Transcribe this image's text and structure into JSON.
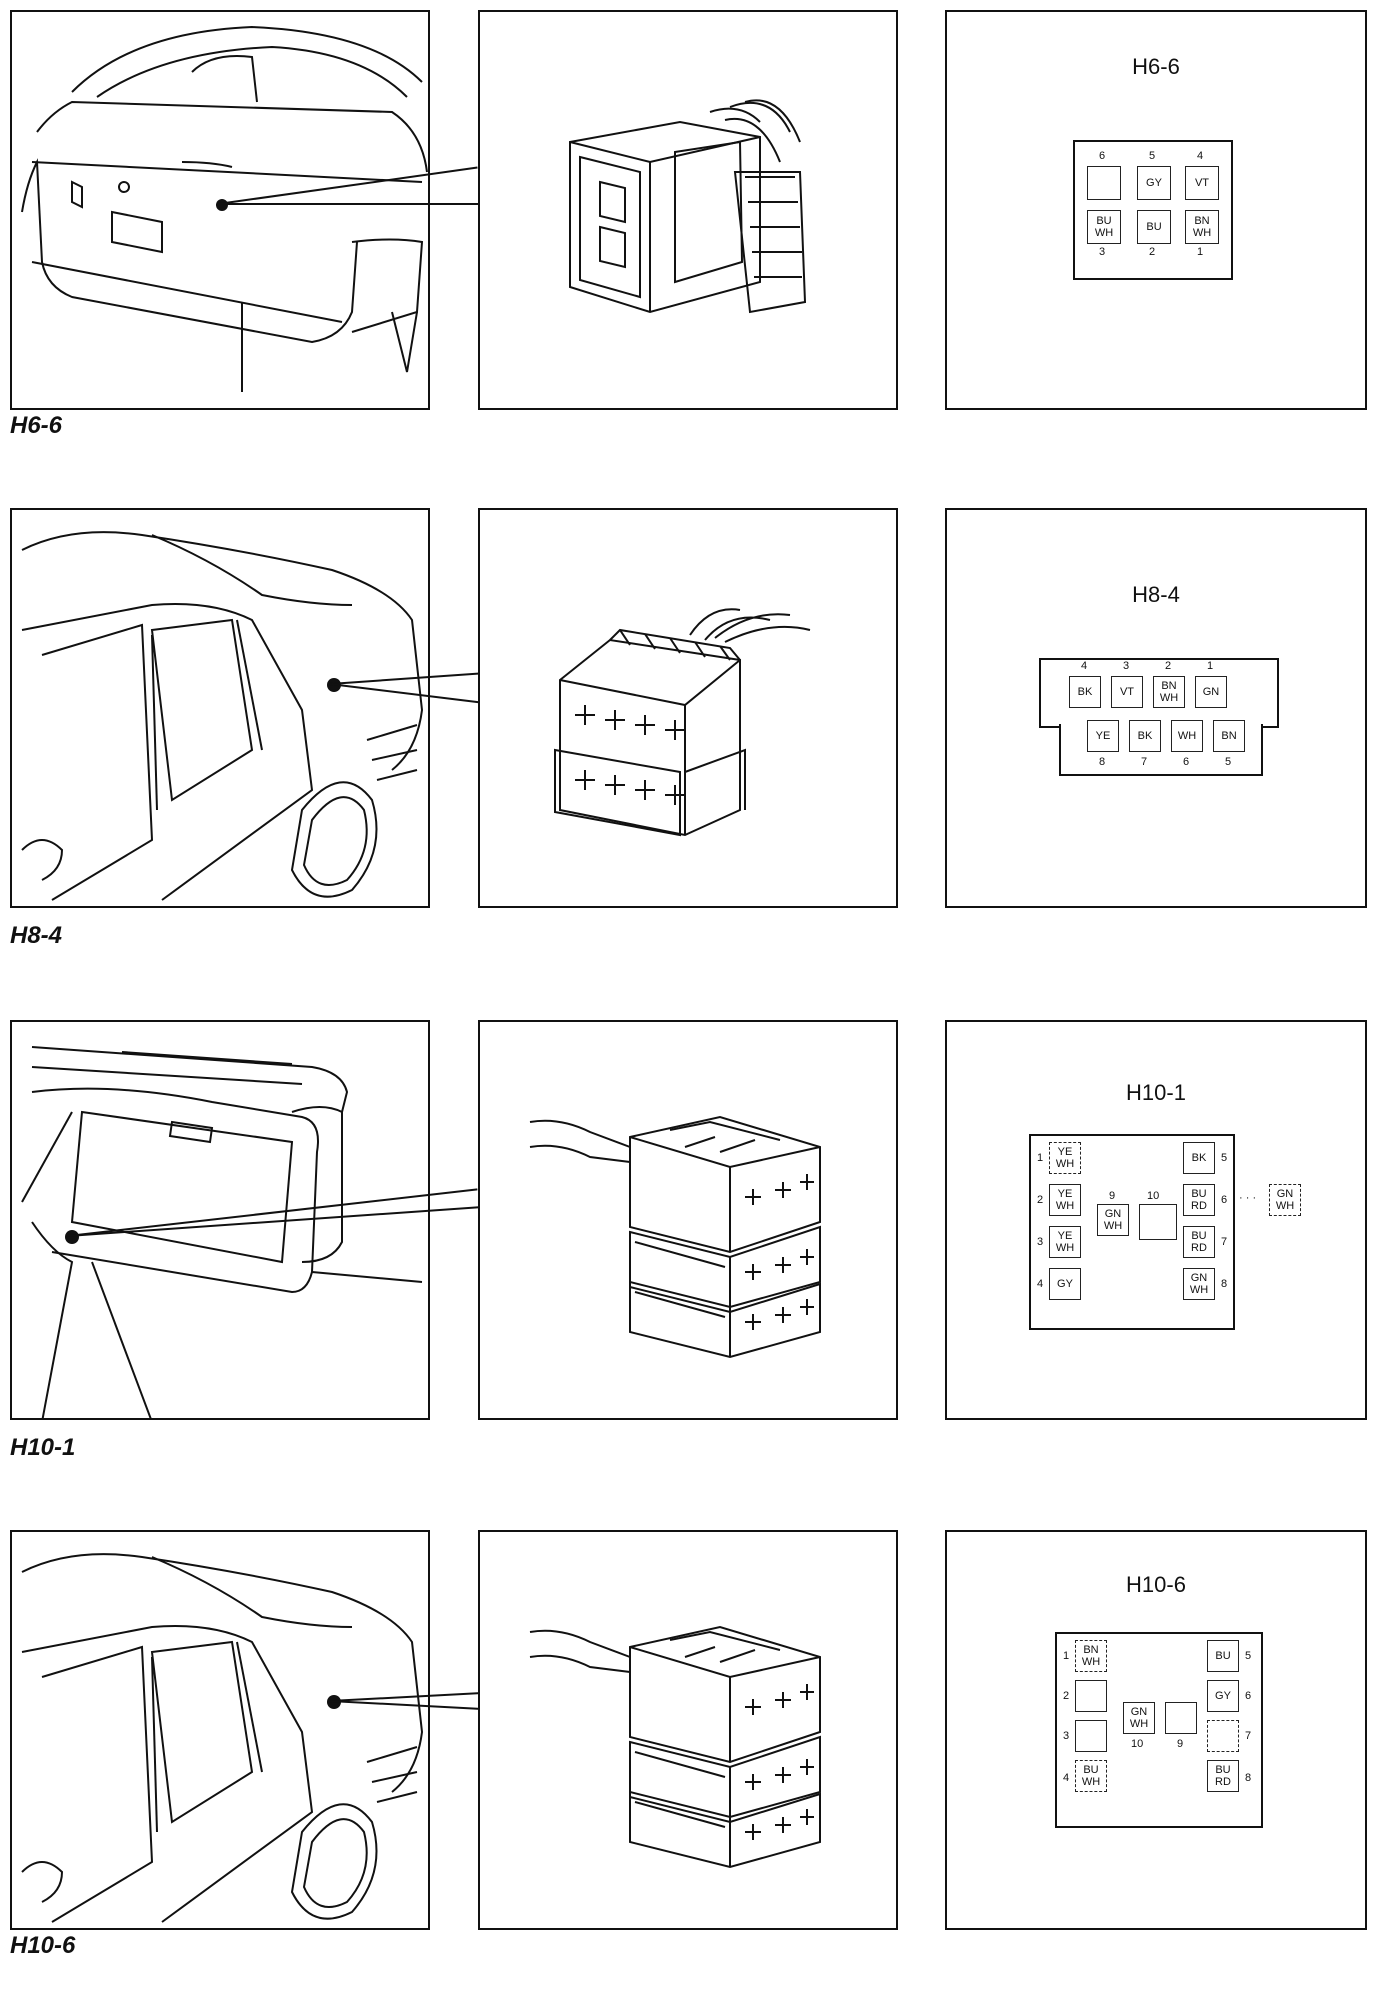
{
  "connectors": [
    {
      "label": "H6-6",
      "title": "H6-6",
      "pins": {
        "6": "",
        "5": "GY",
        "4": "VT",
        "3": "BU\nWH",
        "2": "BU",
        "1": "BN\nWH"
      }
    },
    {
      "label": "H8-4",
      "title": "H8-4",
      "pins": {
        "4": "BK",
        "3": "VT",
        "2": "BN\nWH",
        "1": "GN",
        "8": "YE",
        "7": "BK",
        "6": "WH",
        "5": "BN"
      }
    },
    {
      "label": "H10-1",
      "title": "H10-1",
      "pins": {
        "1": "YE\nWH",
        "2": "YE\nWH",
        "3": "YE\nWH",
        "4": "GY",
        "9": "GN\nWH",
        "10": "",
        "5": "BK",
        "6": "BU\nRD",
        "7": "BU\nRD",
        "8": "GN\nWH",
        "extra": "GN\nWH"
      }
    },
    {
      "label": "H10-6",
      "title": "H10-6",
      "pins": {
        "1": "BN\nWH",
        "2": "",
        "3": "",
        "4": "BU\nWH",
        "10": "GN\nWH",
        "9": "",
        "5": "BU",
        "6": "GY",
        "7": "",
        "8": "BU\nRD"
      }
    }
  ]
}
